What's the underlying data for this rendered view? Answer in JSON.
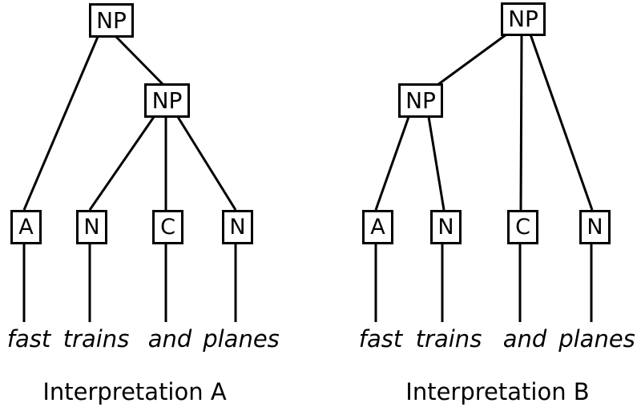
{
  "colors": {
    "background": "#ffffff",
    "line": "#000000",
    "text": "#000000"
  },
  "trees": [
    {
      "caption": "Interpretation A",
      "root_label": "NP",
      "inner_label": "NP",
      "leaves": [
        {
          "label": "A",
          "word": "fast"
        },
        {
          "label": "N",
          "word": "trains"
        },
        {
          "label": "C",
          "word": "and"
        },
        {
          "label": "N",
          "word": "planes"
        }
      ]
    },
    {
      "caption": "Interpretation B",
      "root_label": "NP",
      "inner_label": "NP",
      "leaves": [
        {
          "label": "A",
          "word": "fast"
        },
        {
          "label": "N",
          "word": "trains"
        },
        {
          "label": "C",
          "word": "and"
        },
        {
          "label": "N",
          "word": "planes"
        }
      ]
    }
  ]
}
